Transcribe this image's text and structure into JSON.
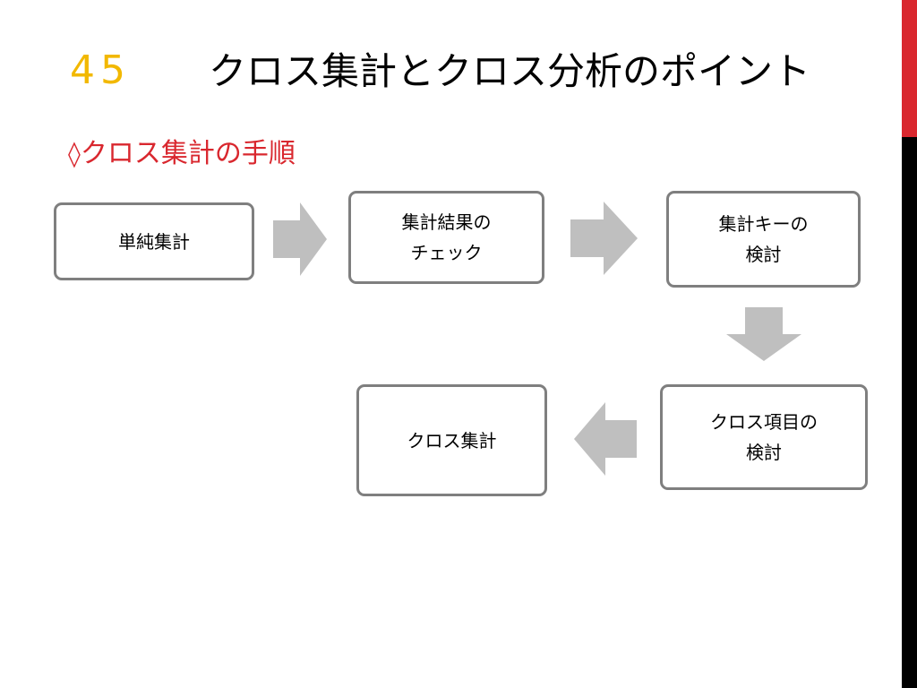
{
  "header": {
    "slide_number": "45",
    "title": "クロス集計とクロス分析のポイント"
  },
  "section": {
    "bullet_icon": "diamond-outline-icon",
    "bullet": "◊",
    "heading": "クロス集計の手順"
  },
  "flow": {
    "steps": [
      {
        "label": "単純集計"
      },
      {
        "label": "集計結果の\nチェック"
      },
      {
        "label": "集計キーの\n検討"
      },
      {
        "label": "クロス項目の\n検討"
      },
      {
        "label": "クロス集計"
      }
    ],
    "connectors": [
      {
        "from": "単純集計",
        "to": "集計結果の\nチェック",
        "direction": "right"
      },
      {
        "from": "集計結果の\nチェック",
        "to": "集計キーの\n検討",
        "direction": "right"
      },
      {
        "from": "集計キーの\n検討",
        "to": "クロス項目の\n検討",
        "direction": "down"
      },
      {
        "from": "クロス項目の\n検討",
        "to": "クロス集計",
        "direction": "left"
      }
    ]
  },
  "colors": {
    "slide_number": "#f2b800",
    "heading": "#d9272e",
    "box_border": "#7f7f7f",
    "arrow_fill": "#bfbfbf",
    "edge_accent": "#d9272e",
    "edge_dark": "#000000"
  }
}
